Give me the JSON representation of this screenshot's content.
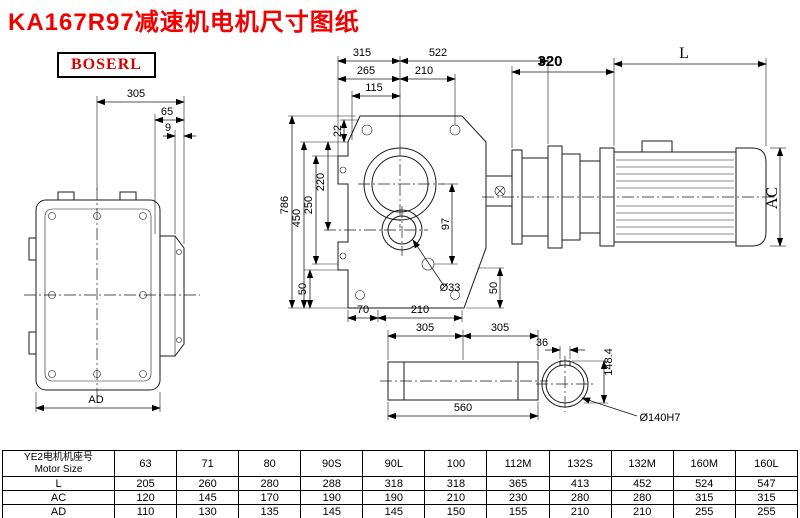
{
  "title": "KA167R97减速机电机尺寸图纸",
  "brand": "BOSERL",
  "drawing": {
    "side_view": {
      "dim_305": "305",
      "dim_65": "65",
      "dim_9": "9",
      "dim_AD": "AD"
    },
    "front_view": {
      "dim_315": "315",
      "dim_522": "522",
      "dim_265": "265",
      "dim_210_top": "210",
      "dim_115": "115",
      "dim_22": "22",
      "dim_220": "220",
      "dim_250": "250",
      "dim_450": "450",
      "dim_786": "786",
      "dim_97": "97",
      "dim_50_left": "50",
      "dim_70": "70",
      "dim_210_bottom": "210",
      "dim_phi33": "Ø33",
      "dim_50_right": "50"
    },
    "motor_view": {
      "dim_320": "320",
      "dim_L": "L",
      "dim_AC": "AC"
    },
    "shaft_view": {
      "dim_305_left": "305",
      "dim_305_right": "305",
      "dim_560": "560"
    },
    "section_view": {
      "dim_36": "36",
      "dim_148_4": "148.4",
      "dim_phi140": "Ø140H7"
    }
  },
  "table": {
    "size_label_cn": "YE2电机机座号",
    "size_label_en": "Motor Size",
    "sizes": [
      "63",
      "71",
      "80",
      "90S",
      "90L",
      "100",
      "112M",
      "132S",
      "132M",
      "160M",
      "160L"
    ],
    "rows": [
      {
        "label": "L",
        "values": [
          "205",
          "260",
          "280",
          "288",
          "318",
          "318",
          "365",
          "413",
          "452",
          "524",
          "547"
        ]
      },
      {
        "label": "AC",
        "values": [
          "120",
          "145",
          "170",
          "190",
          "190",
          "210",
          "230",
          "280",
          "280",
          "315",
          "315"
        ]
      },
      {
        "label": "AD",
        "values": [
          "110",
          "130",
          "135",
          "145",
          "145",
          "150",
          "155",
          "210",
          "210",
          "255",
          "255"
        ]
      }
    ]
  }
}
